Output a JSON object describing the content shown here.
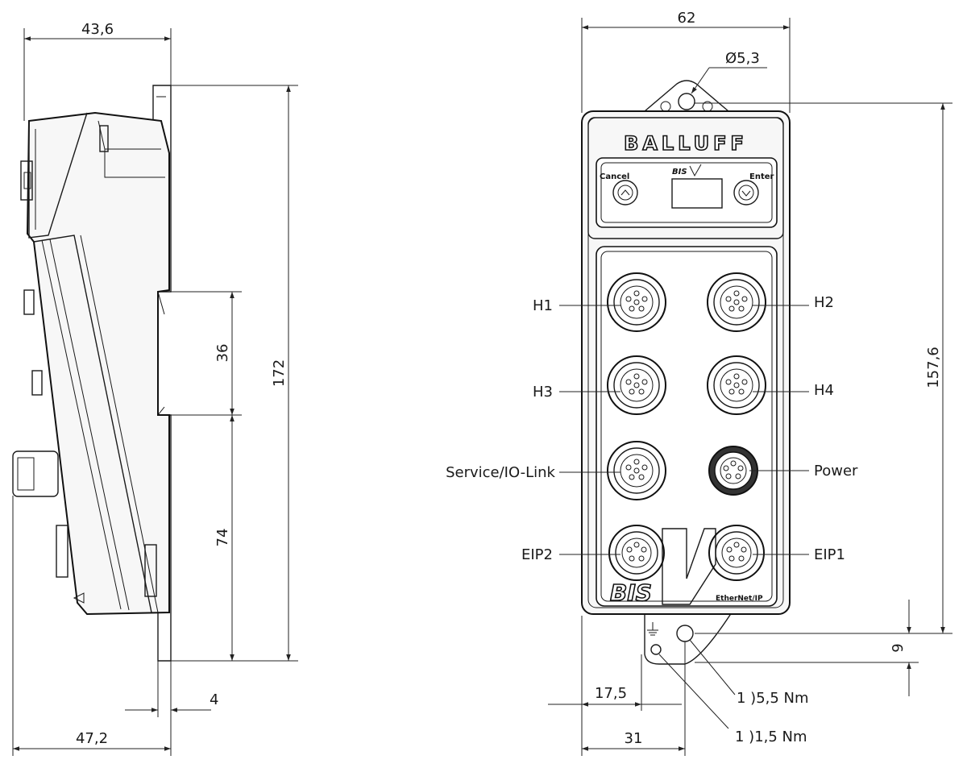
{
  "side_view": {
    "dim_width_top": "43,6",
    "dim_width_bottom": "47,2",
    "dim_rail_offset": "4",
    "dim_height_total": "172",
    "dim_rail_upper": "36",
    "dim_rail_lower": "74"
  },
  "front_view": {
    "dim_width": "62",
    "dim_hole_diameter": "Ø5,3",
    "dim_height": "157,6",
    "dim_bottom_tab": "9",
    "dim_ground_offset": "17,5",
    "dim_hole_offset": "31",
    "torque_note_1": "1 )5,5 Nm",
    "torque_note_2": "1 )1,5 Nm",
    "brand": "BALLUFF",
    "display_label": "BIS",
    "cancel_label": "Cancel",
    "enter_label": "Enter",
    "bis_logo": "BIS",
    "ethernet_logo": "EtherNet/IP",
    "ports": [
      {
        "label": "H1"
      },
      {
        "label": "H2"
      },
      {
        "label": "H3"
      },
      {
        "label": "H4"
      },
      {
        "label": "Service/IO-Link"
      },
      {
        "label": "Power"
      },
      {
        "label": "EIP2"
      },
      {
        "label": "EIP1"
      }
    ]
  }
}
